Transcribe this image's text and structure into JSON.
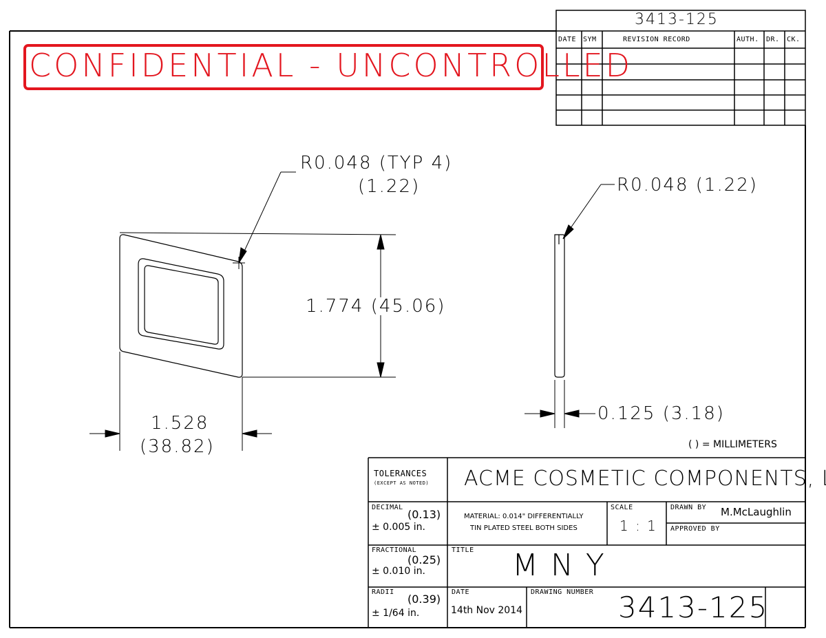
{
  "stamp": {
    "text": "CONFIDENTIAL - UNCONTROLLED",
    "color": "#e3161f"
  },
  "revision_block": {
    "part_number": "3413-125",
    "headers": [
      "DATE",
      "SYM",
      "REVISION RECORD",
      "AUTH.",
      "DR.",
      "CK."
    ],
    "rows": 5
  },
  "views": {
    "front": {
      "radius_callout_line1": "R0.048 (TYP 4)",
      "radius_callout_line2": "(1.22)",
      "height_dim": "1.774 (45.06)",
      "width_dim_line1": "1.528",
      "width_dim_line2": "(38.82)"
    },
    "side": {
      "radius_callout": "R0.048 (1.22)",
      "thickness_dim": "0.125 (3.18)"
    },
    "units_note": "( ) = MILLIMETERS"
  },
  "title_block": {
    "tolerances_label": "TOLERANCES",
    "tolerances_sub": "(EXCEPT AS NOTED)",
    "company": "ACME COSMETIC COMPONENTS, LLC",
    "decimal_label": "DECIMAL",
    "decimal_mm": "(0.13)",
    "decimal_tol": "± 0.005 in.",
    "fractional_label": "FRACTIONAL",
    "fractional_mm": "(0.25)",
    "fractional_tol": "± 0.010 in.",
    "radii_label": "RADII",
    "radii_mm": "(0.39)",
    "radii_tol": "± 1/64 in.",
    "material_line1": "MATERIAL: 0.014\" DIFFERENTIALLY",
    "material_line2": "TIN PLATED STEEL BOTH SIDES",
    "scale_label": "SCALE",
    "scale_value": "1 : 1",
    "drawn_by_label": "DRAWN BY",
    "drawn_by_value": "M.McLaughlin",
    "approved_by_label": "APPROVED BY",
    "title_label": "TITLE",
    "title_value": "MNY",
    "date_label": "DATE",
    "date_value": "14th Nov 2014",
    "drawing_number_label": "DRAWING NUMBER",
    "drawing_number_value": "3413-125"
  }
}
